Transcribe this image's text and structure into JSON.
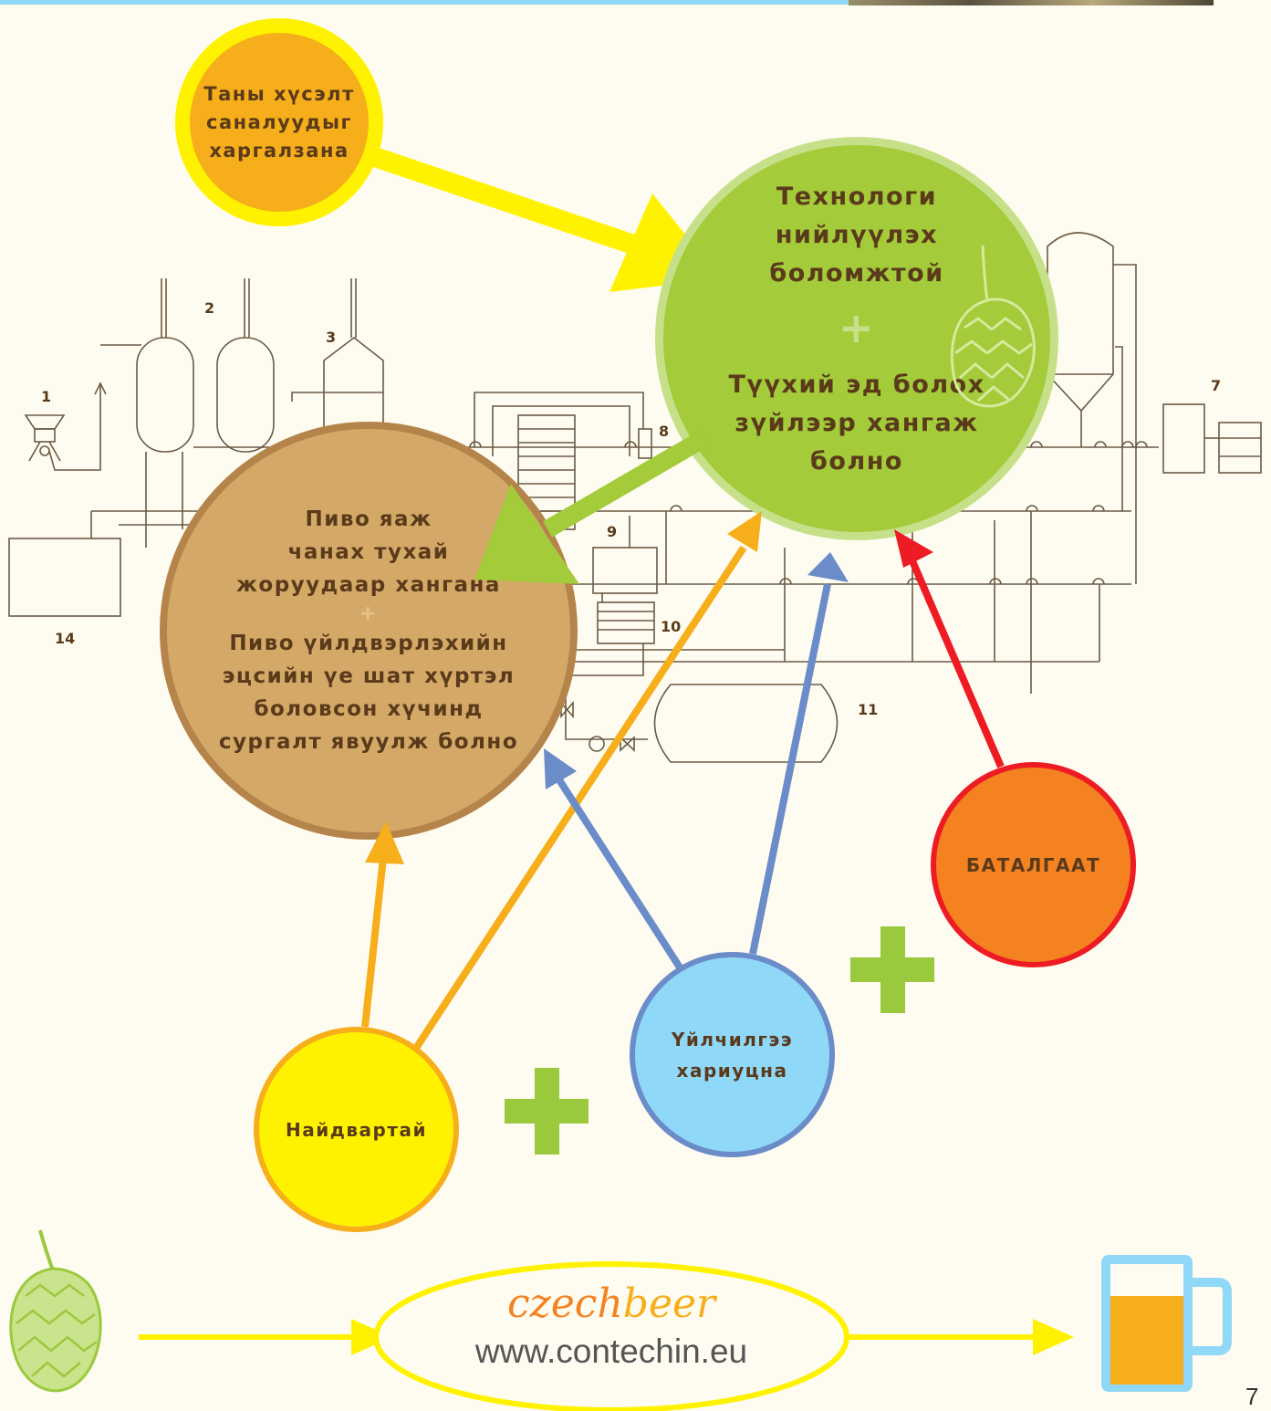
{
  "diagram": {
    "number_labels": [
      "1",
      "2",
      "3",
      "7",
      "8",
      "9",
      "10",
      "11",
      "14"
    ],
    "nodes": {
      "wishes": {
        "text": [
          "Таны хүсэлт",
          "саналуудыг",
          "харгалзана"
        ],
        "fill": "#f6ae1b",
        "ring": "#fff200"
      },
      "tech": {
        "text_top": [
          "Технологи",
          "нийлүүлэх",
          "боломжтой"
        ],
        "plus": "+",
        "text_bottom": [
          "Түүхий эд болох",
          "зүйлээр хангаж",
          "болно"
        ],
        "fill": "#a3cb3a",
        "ring": "#c6e08a"
      },
      "recipes": {
        "text_top": [
          "Пиво яаж",
          "чанах тухай",
          "жоруудаар хангана"
        ],
        "plus": "+",
        "text_bottom": [
          "Пиво үйлдвэрлэхийн",
          "эцсийн үе шат хүртэл",
          "боловсон хүчинд",
          "сургалт явуулж болно"
        ],
        "fill": "#d4a967",
        "ring": "#b5844a"
      },
      "guaranteed": {
        "text": [
          "БАТАЛГААТ"
        ],
        "fill": "#f58220",
        "ring": "#ed1c24"
      },
      "service": {
        "text": [
          "Үйлчилгээ",
          "хариуцна"
        ],
        "fill": "#8fd8f8",
        "ring": "#6a8cc8"
      },
      "reliable": {
        "text": [
          "Найдвартай"
        ],
        "fill": "#fff200",
        "ring": "#f6ae1b"
      }
    },
    "colors": {
      "yellow": "#fff200",
      "green": "#a3cb3a",
      "orange": "#f6ae1b",
      "blue": "#6a8cc8",
      "red": "#ed1c24",
      "plus_green": "#9bc93e",
      "text_brown": "#5a3a1a",
      "schematic": "#6b5a45"
    }
  },
  "footer": {
    "brand_czech": "czech",
    "brand_beer": "beer",
    "url": "www.contechin.eu",
    "page_number": "7",
    "icons": [
      "hop-icon",
      "beer-mug-icon"
    ]
  }
}
